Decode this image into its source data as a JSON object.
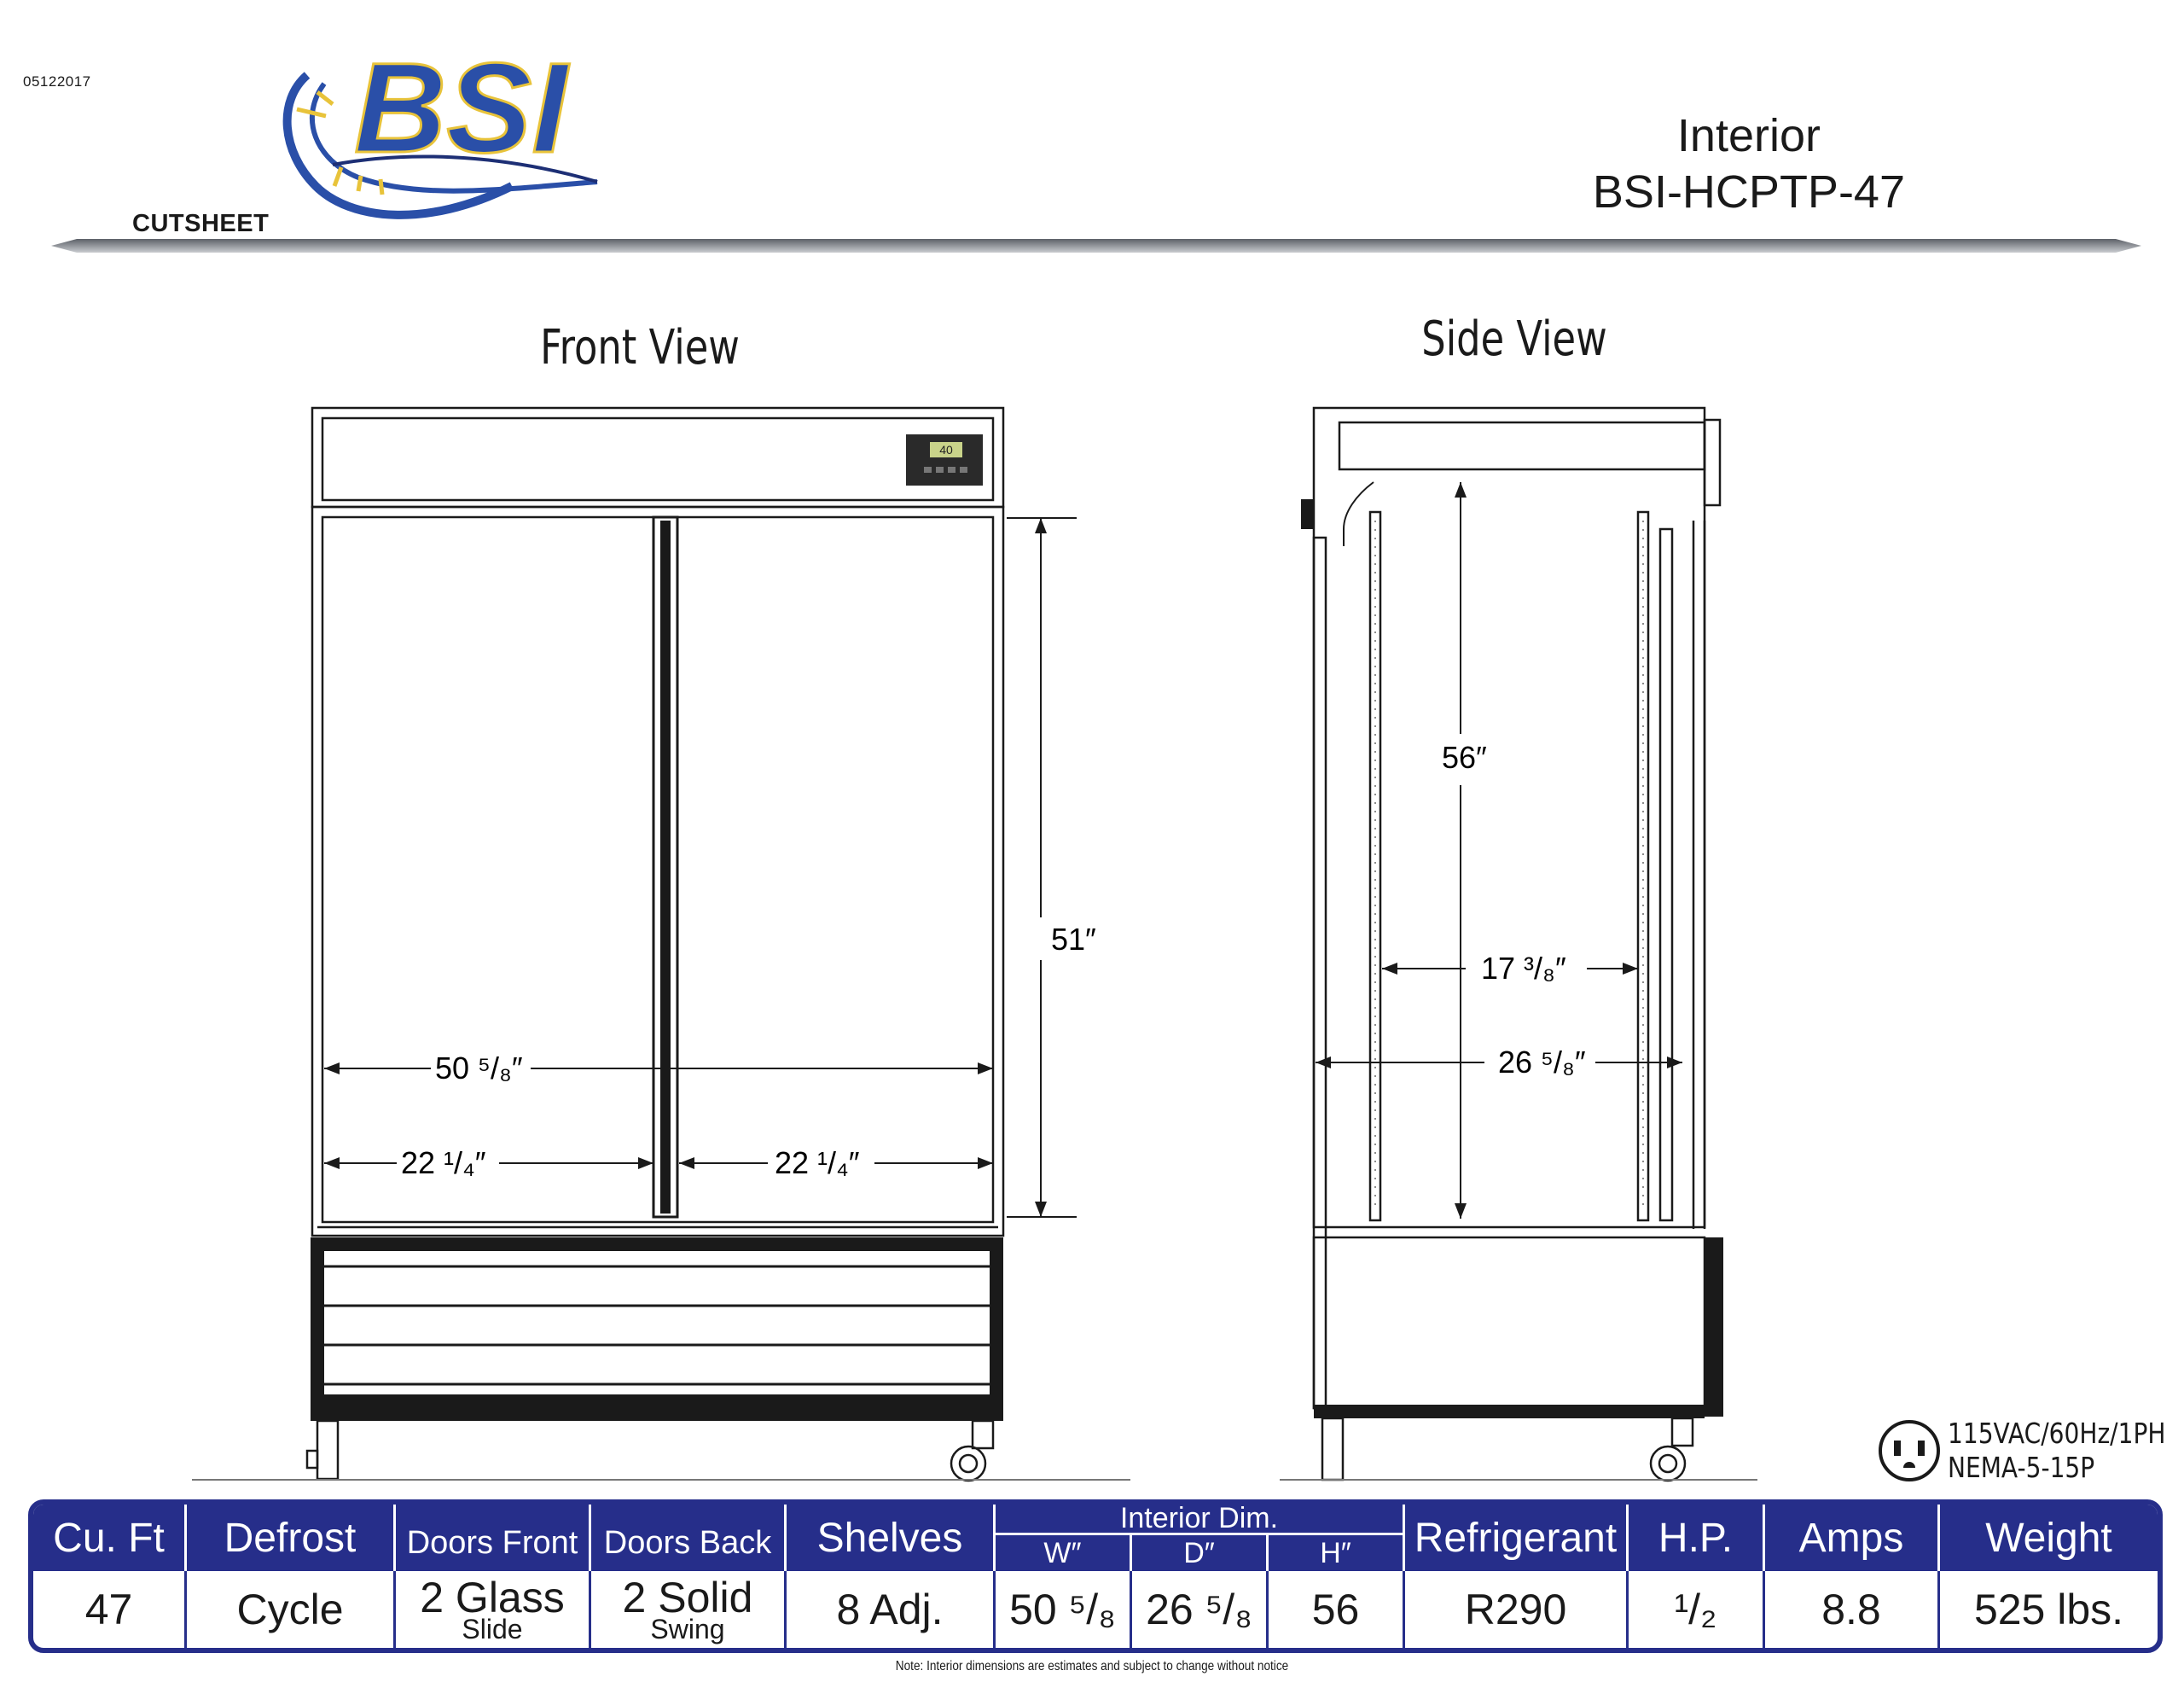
{
  "header": {
    "doc_code": "05122017",
    "logo_text": "BSI",
    "cutsheet_label": "CUTSHEET",
    "title_line1": "Interior",
    "title_line2": "BSI-HCPTP-47"
  },
  "front_view": {
    "title": "Front View",
    "display_readout": "40",
    "dim_height": "51″",
    "dim_width": "50 ⁵/₈″",
    "dim_left_door": "22 ¹/₄″",
    "dim_right_door": "22 ¹/₄″"
  },
  "side_view": {
    "title": "Side View",
    "dim_height": "56″",
    "dim_inner_depth": "17 ³/₈″",
    "dim_depth": "26 ⁵/₈″"
  },
  "electrical": {
    "line1": "115VAC/60Hz/1PH",
    "line2": "NEMA-5-15P"
  },
  "spec_table": {
    "headers": {
      "cu_ft": "Cu. Ft",
      "defrost": "Defrost",
      "doors_front": "Doors Front",
      "doors_back": "Doors Back",
      "shelves": "Shelves",
      "interior_dim": "Interior Dim.",
      "w": "W″",
      "d": "D″",
      "h": "H″",
      "refrigerant": "Refrigerant",
      "hp": "H.P.",
      "amps": "Amps",
      "weight": "Weight"
    },
    "values": {
      "cu_ft": "47",
      "defrost": "Cycle",
      "doors_front": "2 Glass",
      "doors_front_sub": "Slide",
      "doors_back": "2 Solid",
      "doors_back_sub": "Swing",
      "shelves": "8 Adj.",
      "w": "50 ⁵/₈",
      "d": "26 ⁵/₈",
      "h": "56",
      "refrigerant": "R290",
      "hp": "¹/₂",
      "amps": "8.8",
      "weight": "525 lbs."
    }
  },
  "note": "Note: Interior dimensions are estimates and subject to change without notice",
  "colors": {
    "brand_blue": "#262e8a",
    "logo_blue": "#2a4fa8",
    "logo_gold": "#e8c33a",
    "rule_gray": "#8a8f96"
  }
}
